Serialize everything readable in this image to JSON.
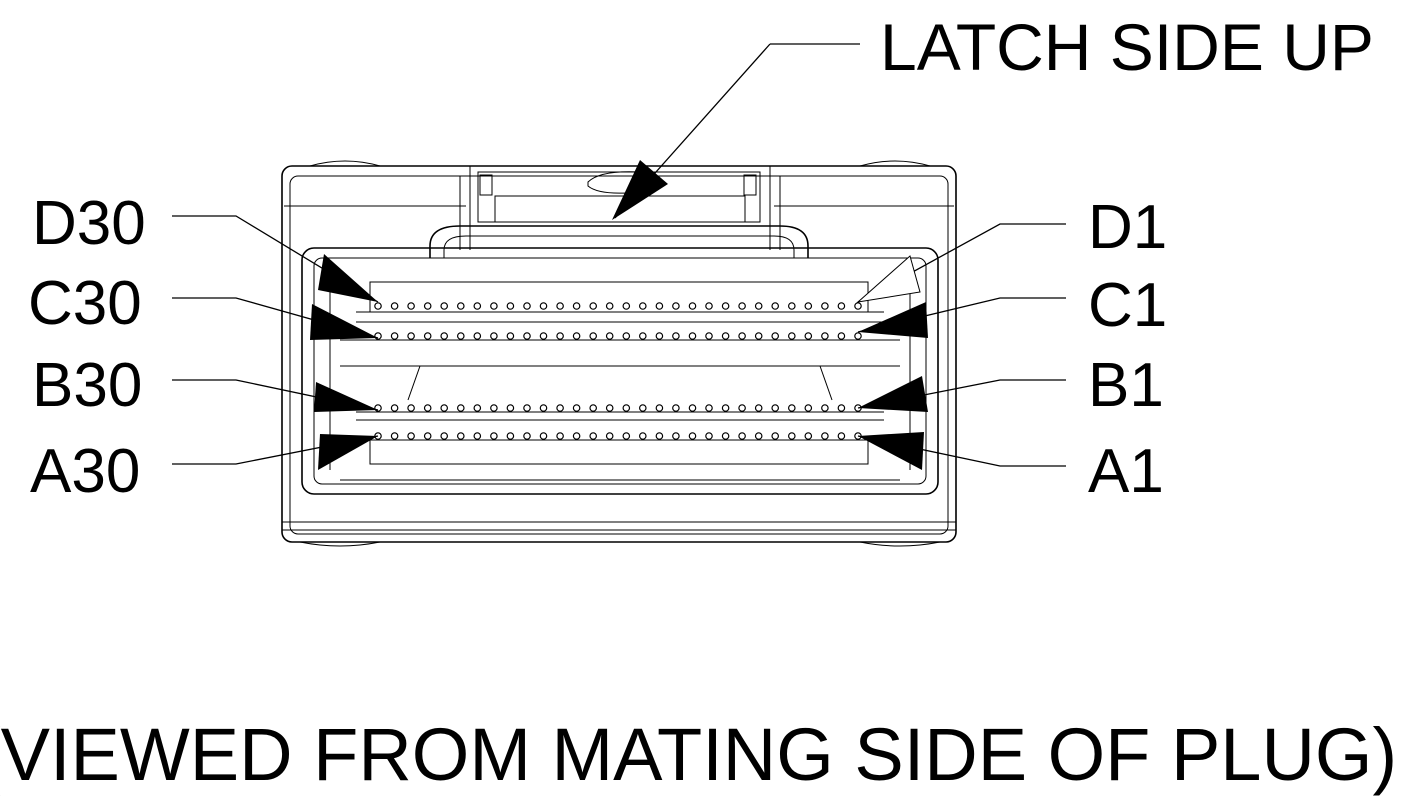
{
  "labels": {
    "latch": "LATCH SIDE UP",
    "d30": "D30",
    "c30": "C30",
    "b30": "B30",
    "a30": "A30",
    "d1": "D1",
    "c1": "C1",
    "b1": "B1",
    "a1": "A1",
    "caption": "(VIEWED FROM MATING SIDE OF PLUG)"
  },
  "pins_per_row": 30,
  "rows": [
    "D",
    "C",
    "B",
    "A"
  ]
}
